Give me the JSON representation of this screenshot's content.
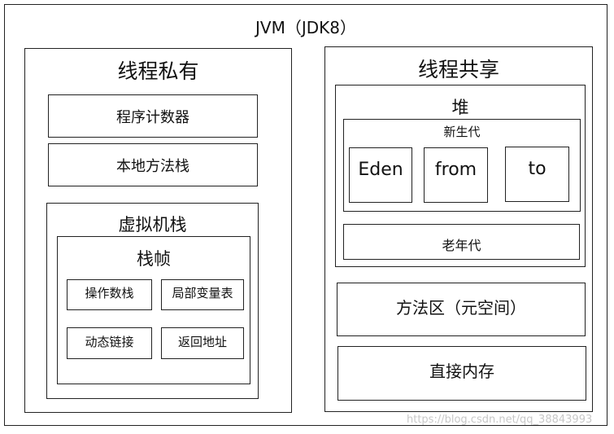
{
  "title": "JVM（JDK8）",
  "private": {
    "title": "线程私有",
    "pc": "程序计数器",
    "native_stack": "本地方法栈",
    "vm_stack": {
      "title": "虚拟机栈",
      "frame": {
        "title": "栈帧",
        "operand_stack": "操作数栈",
        "local_vars": "局部变量表",
        "dynamic_link": "动态链接",
        "return_addr": "返回地址"
      }
    }
  },
  "shared": {
    "title": "线程共享",
    "heap": {
      "title": "堆",
      "young": {
        "title": "新生代",
        "eden": "Eden",
        "from": "from",
        "to": "to"
      },
      "old": "老年代"
    },
    "method_area": "方法区（元空间）",
    "direct_memory": "直接内存"
  },
  "watermark": "https://blog.csdn.net/qq_38843993"
}
